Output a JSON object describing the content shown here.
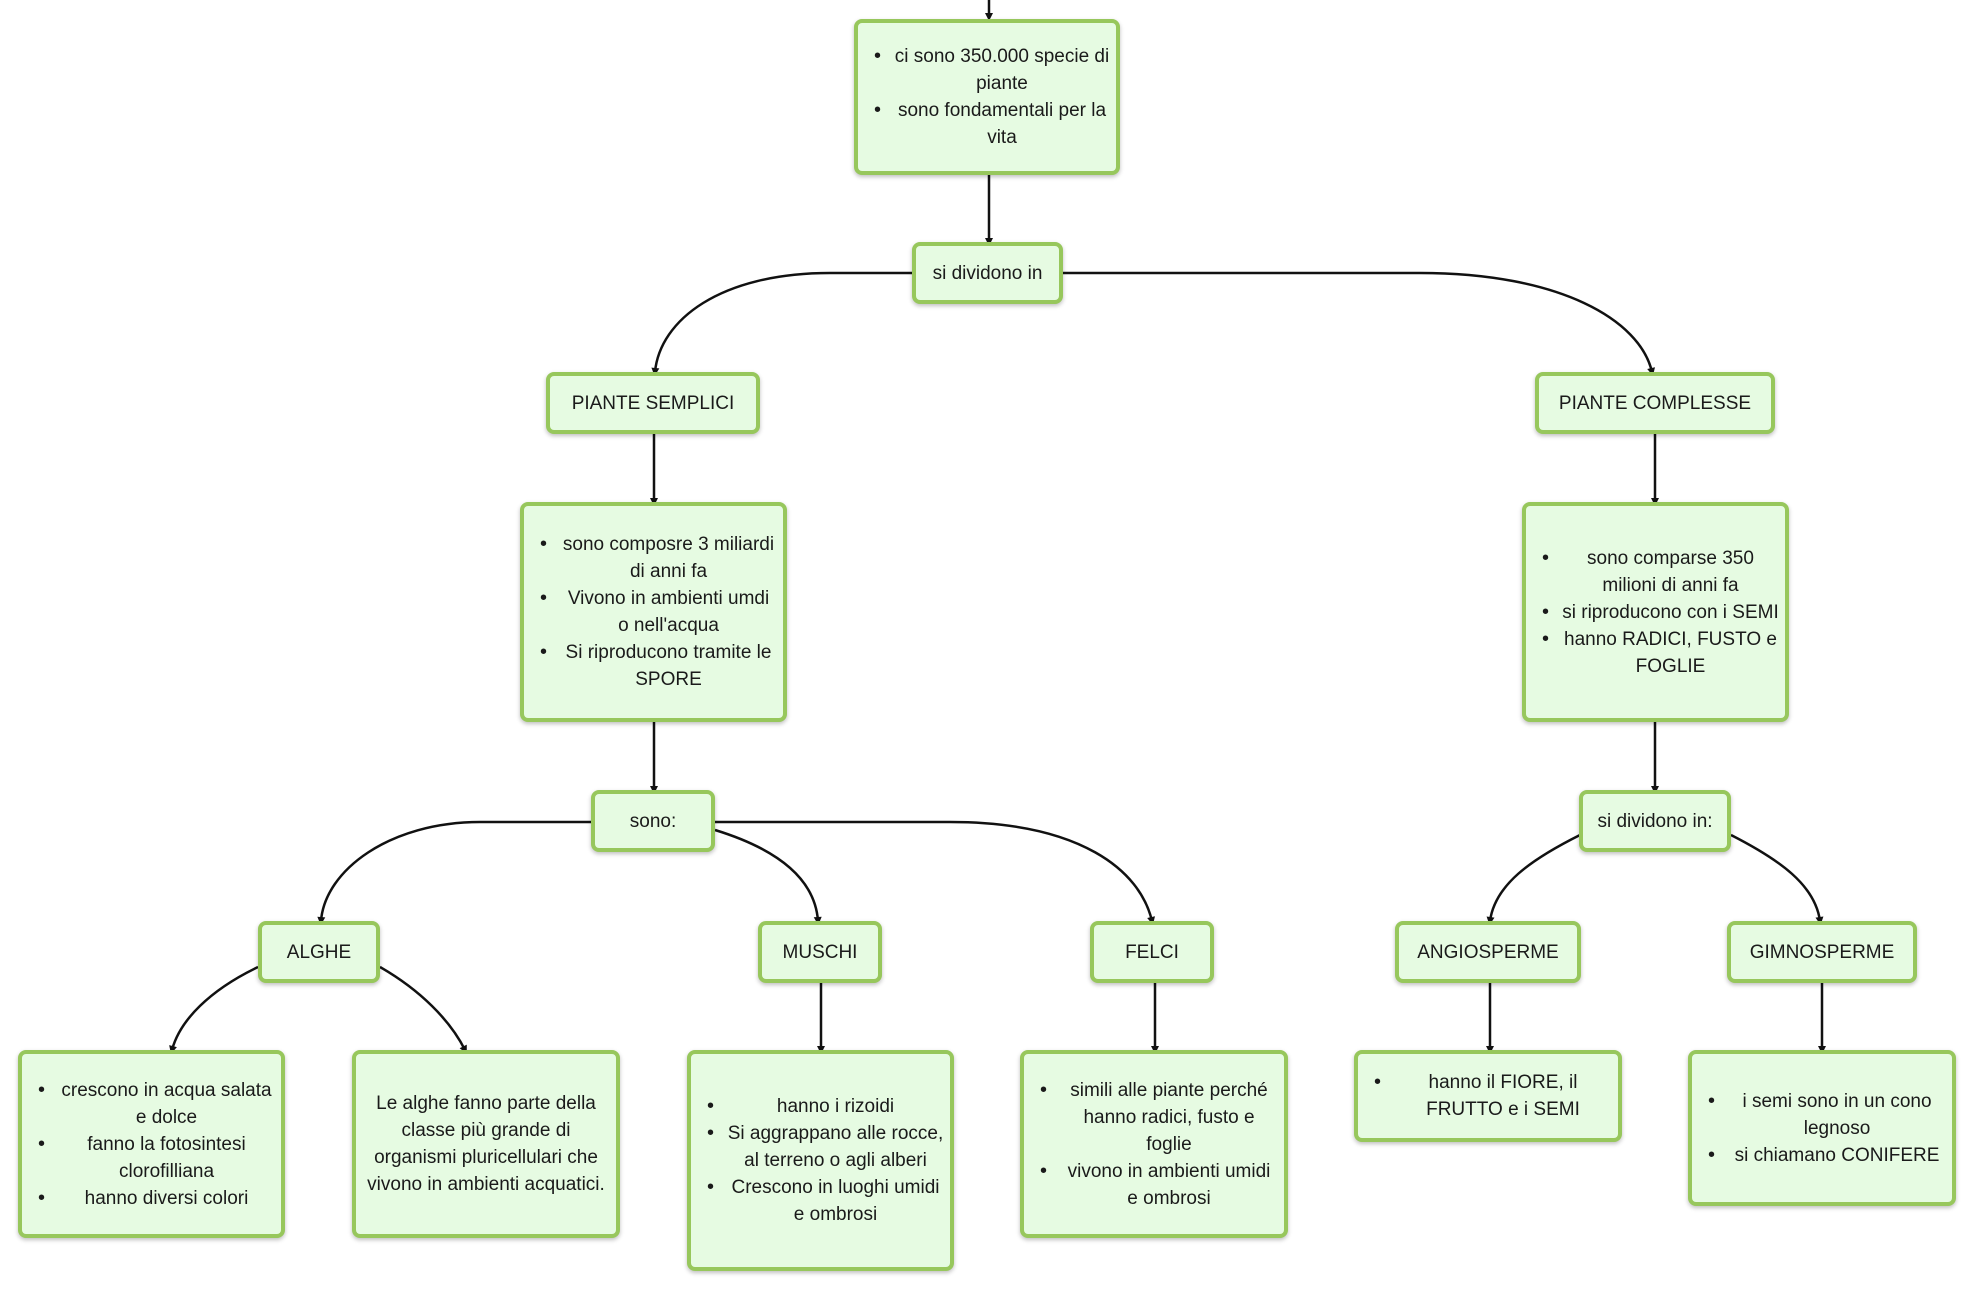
{
  "nodes": {
    "intro": {
      "items": [
        "ci sono 350.000 specie di piante",
        "sono fondamentali per la vita"
      ]
    },
    "split_main": {
      "label": "si dividono in"
    },
    "simple": {
      "label": "PIANTE SEMPLICI"
    },
    "complex": {
      "label": "PIANTE COMPLESSE"
    },
    "simple_info": {
      "items": [
        "sono composre 3 miliardi di anni fa",
        "Vivono in ambienti umdi o nell'acqua",
        "Si riproducono tramite le SPORE"
      ]
    },
    "complex_info": {
      "items": [
        "sono comparse 350 milioni di anni fa",
        "si riproducono con i SEMI",
        "hanno RADICI, FUSTO e FOGLIE"
      ]
    },
    "sono": {
      "label": "sono:"
    },
    "split_complex": {
      "label": "si dividono in:"
    },
    "alghe": {
      "label": "ALGHE"
    },
    "muschi": {
      "label": "MUSCHI"
    },
    "felci": {
      "label": "FELCI"
    },
    "angiosperme": {
      "label": "ANGIOSPERME"
    },
    "gimnosperme": {
      "label": "GIMNOSPERME"
    },
    "alghe_info": {
      "items": [
        "crescono in acqua salata e dolce",
        "fanno la fotosintesi clorofilliana",
        "hanno diversi colori"
      ]
    },
    "alghe_note": {
      "text": "Le alghe fanno parte della classe più grande di organismi pluricellulari che vivono in ambienti acquatici."
    },
    "muschi_info": {
      "items": [
        "hanno i rizoidi",
        "Si aggrappano alle rocce, al terreno o agli alberi",
        "Crescono in luoghi umidi e ombrosi"
      ]
    },
    "felci_info": {
      "items": [
        "simili alle piante perché hanno radici, fusto e foglie",
        "vivono in ambienti umidi e ombrosi"
      ]
    },
    "angiosperme_info": {
      "items": [
        "hanno il FIORE, il FRUTTO e i SEMI"
      ]
    },
    "gimnosperme_info": {
      "items": [
        "i semi sono in un cono legnoso",
        "si chiamano CONIFERE"
      ]
    }
  },
  "colors": {
    "node_fill": "#e6fbe2",
    "node_border": "#97c75c",
    "connector": "#111111"
  }
}
